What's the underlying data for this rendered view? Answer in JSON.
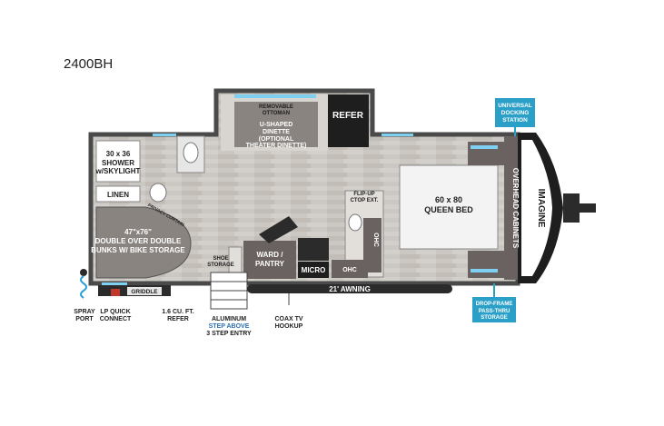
{
  "model": "2400BH",
  "colors": {
    "floor": "#c9c5c0",
    "wall": "#4a4a4a",
    "cabinet": "#6a6260",
    "dark": "#2b2b2b",
    "accent_blue": "#2a9fd6",
    "callout_bg": "#2aa0c8",
    "window": "#7fd0f0"
  },
  "rooms": {
    "shower": "30 x 36\nSHOWER\nw/SKYLIGHT",
    "linen": "LINEN",
    "bunks": "47\"x76\"\nDOUBLE OVER DOUBLE\nBUNKS W/ BIKE STORAGE",
    "privacy_curtain": "PRIVACY CURTAIN",
    "ottoman": "REMOVABLE\nOTTOMAN",
    "dinette": "U-SHAPED\nDINETTE\n(OPTIONAL\nTHEATER DINETTE)",
    "refer": "REFER",
    "flip_up": "FLIP-UP\nCTOP EXT.",
    "ohc": "OHC",
    "queen_bed": "60 x 80\nQUEEN BED",
    "overhead_cabinets": "OVERHEAD CABINETS",
    "brand": "IMAGINE",
    "shoe_storage": "SHOE\nSTORAGE",
    "ward_pantry": "WARD /\nPANTRY",
    "micro": "MICRO",
    "awning": "21' AWNING"
  },
  "callouts": {
    "universal_docking": "UNIVERSAL\nDOCKING\nSTATION",
    "drop_frame": "DROP-FRAME\nPASS-THRU\nSTORAGE"
  },
  "exterior": {
    "spray_port": "SPRAY\nPORT",
    "lp_quick_connect": "LP QUICK\nCONNECT",
    "griddle": "GRIDDLE",
    "refer_1_6": "1.6 CU. FT.\nREFER",
    "aluminum_step": "ALUMINUM",
    "step_above": "STEP ABOVE",
    "three_step": "3 STEP ENTRY",
    "coax": "COAX TV\nHOOKUP"
  }
}
